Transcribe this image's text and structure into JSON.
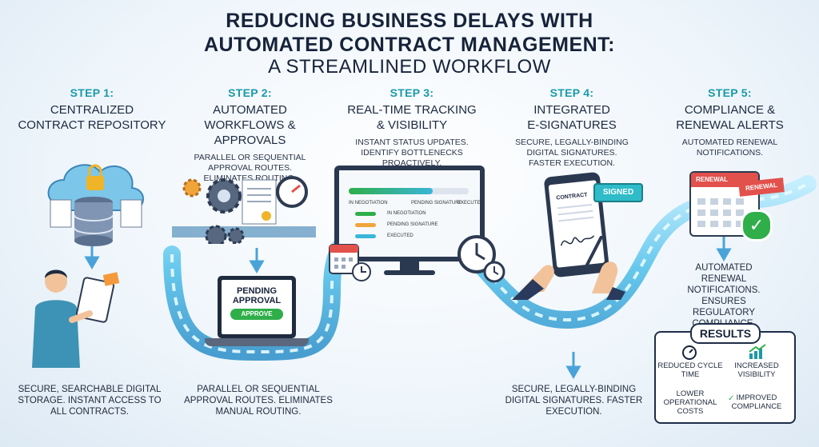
{
  "title": {
    "line1": "REDUCING BUSINESS DELAYS WITH",
    "line2": "AUTOMATED CONTRACT MANAGEMENT:",
    "line3": "A STREAMLINED WORKFLOW"
  },
  "steps": [
    {
      "num": "STEP 1:",
      "name1": "CENTRALIZED",
      "name2": "CONTRACT REPOSITORY",
      "desc": ""
    },
    {
      "num": "STEP 2:",
      "name1": "AUTOMATED",
      "name2": "WORKFLOWS & APPROVALS",
      "desc": "PARALLEL OR SEQUENTIAL APPROVAL ROUTES. ELIMINATES ROUTING."
    },
    {
      "num": "STEP 3:",
      "name1": "REAL-TIME TRACKING",
      "name2": "& VISIBILITY",
      "desc": "INSTANT STATUS UPDATES. IDENTIFY BOTTLENECKS PROACTIVELY."
    },
    {
      "num": "STEP 4:",
      "name1": "INTEGRATED",
      "name2": "E-SIGNATURES",
      "desc": "SECURE, LEGALLY-BINDING DIGITAL SIGNATURES. FASTER EXECUTION."
    },
    {
      "num": "STEP 5:",
      "name1": "COMPLIANCE &",
      "name2": "RENEWAL ALERTS",
      "desc": "AUTOMATED RENEWAL NOTIFICATIONS."
    }
  ],
  "notes": {
    "step1": "SECURE, SEARCHABLE DIGITAL STORAGE. INSTANT ACCESS TO ALL CONTRACTS.",
    "step2": "PARALLEL OR SEQUENTIAL APPROVAL ROUTES. ELIMINATES MANUAL ROUTING.",
    "step4": "SECURE, LEGALLY-BINDING DIGITAL SIGNATURES. FASTER EXECUTION.",
    "step5": "AUTOMATED RENEWAL NOTIFICATIONS. ENSURES REGULATORY COMPLIANCE."
  },
  "laptop": {
    "line1": "PENDING",
    "line2": "APPROVAL",
    "button": "APPROVE"
  },
  "monitor": {
    "hdr_left": "IN NEGOTIATION",
    "hdr_mid": "PENDING SIGNATURE",
    "hdr_right": "EXECUTED",
    "rows": [
      "IN NEGOTIATION",
      "PENDING SIGNATURE",
      "EXECUTED"
    ]
  },
  "phone": {
    "doc_title": "CONTRACT",
    "badge": "SIGNED"
  },
  "calendar": {
    "tag1": "RENEWAL",
    "tag2": "RENEWAL"
  },
  "results": {
    "title": "RESULTS",
    "items": [
      {
        "label": "REDUCED CYCLE TIME",
        "icon": "stopwatch-icon"
      },
      {
        "label": "INCREASED VISIBILITY",
        "icon": "growth-chart-icon"
      },
      {
        "label": "LOWER OPERATIONAL COSTS",
        "icon": ""
      },
      {
        "label": "IMPROVED COMPLIANCE",
        "icon": "check-icon"
      }
    ]
  },
  "colors": {
    "accent": "#1a9aa8",
    "navy": "#16233a",
    "pipe": "#5fc3ea",
    "green": "#2fae4a",
    "red": "#e2514c"
  }
}
